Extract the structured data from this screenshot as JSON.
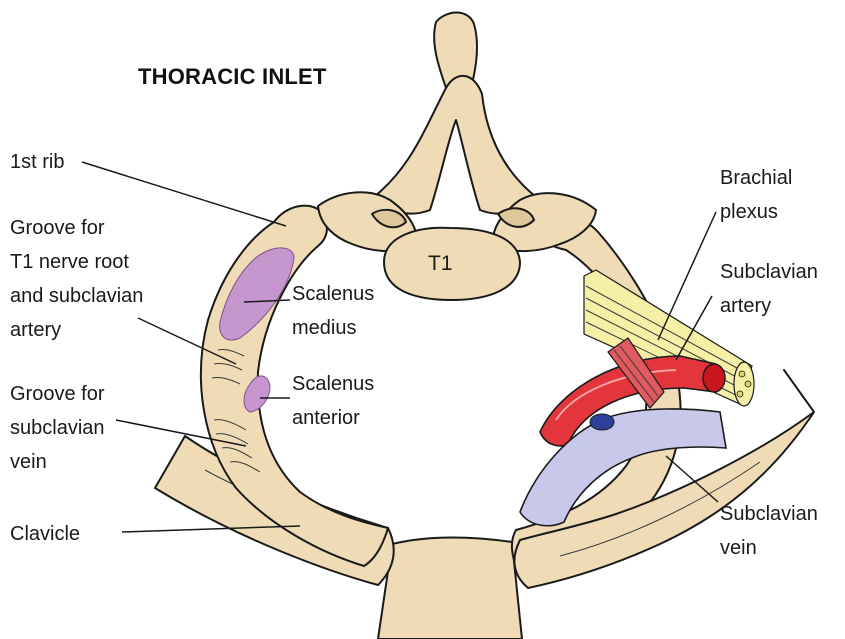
{
  "title": "THORACIC INLET",
  "vertebra_label": "T1",
  "colors": {
    "bone": "#efdcb6",
    "bone_shade": "#e0c79a",
    "scalenus": "#c697cf",
    "brachial_plexus": "#f6f0a6",
    "artery": "#e2353c",
    "vein": "#c7c8ea",
    "vein_dark": "#2f3e99",
    "muscle": "#e05a5f",
    "outline": "#1a1a1a"
  },
  "left_labels": {
    "first_rib": "1st rib",
    "groove_t1": [
      "Groove for",
      "T1 nerve root",
      "and subclavian",
      "artery"
    ],
    "groove_vein": [
      "Groove for",
      "subclavian",
      "vein"
    ],
    "clavicle": "Clavicle"
  },
  "inner_labels": {
    "scalenus_medius": [
      "Scalenus",
      "medius"
    ],
    "scalenus_anterior": [
      "Scalenus",
      "anterior"
    ]
  },
  "right_labels": {
    "brachial_plexus": [
      "Brachial",
      "plexus"
    ],
    "subclavian_artery": [
      "Subclavian",
      "artery"
    ],
    "subclavian_vein": [
      "Subclavian",
      "vein"
    ]
  }
}
